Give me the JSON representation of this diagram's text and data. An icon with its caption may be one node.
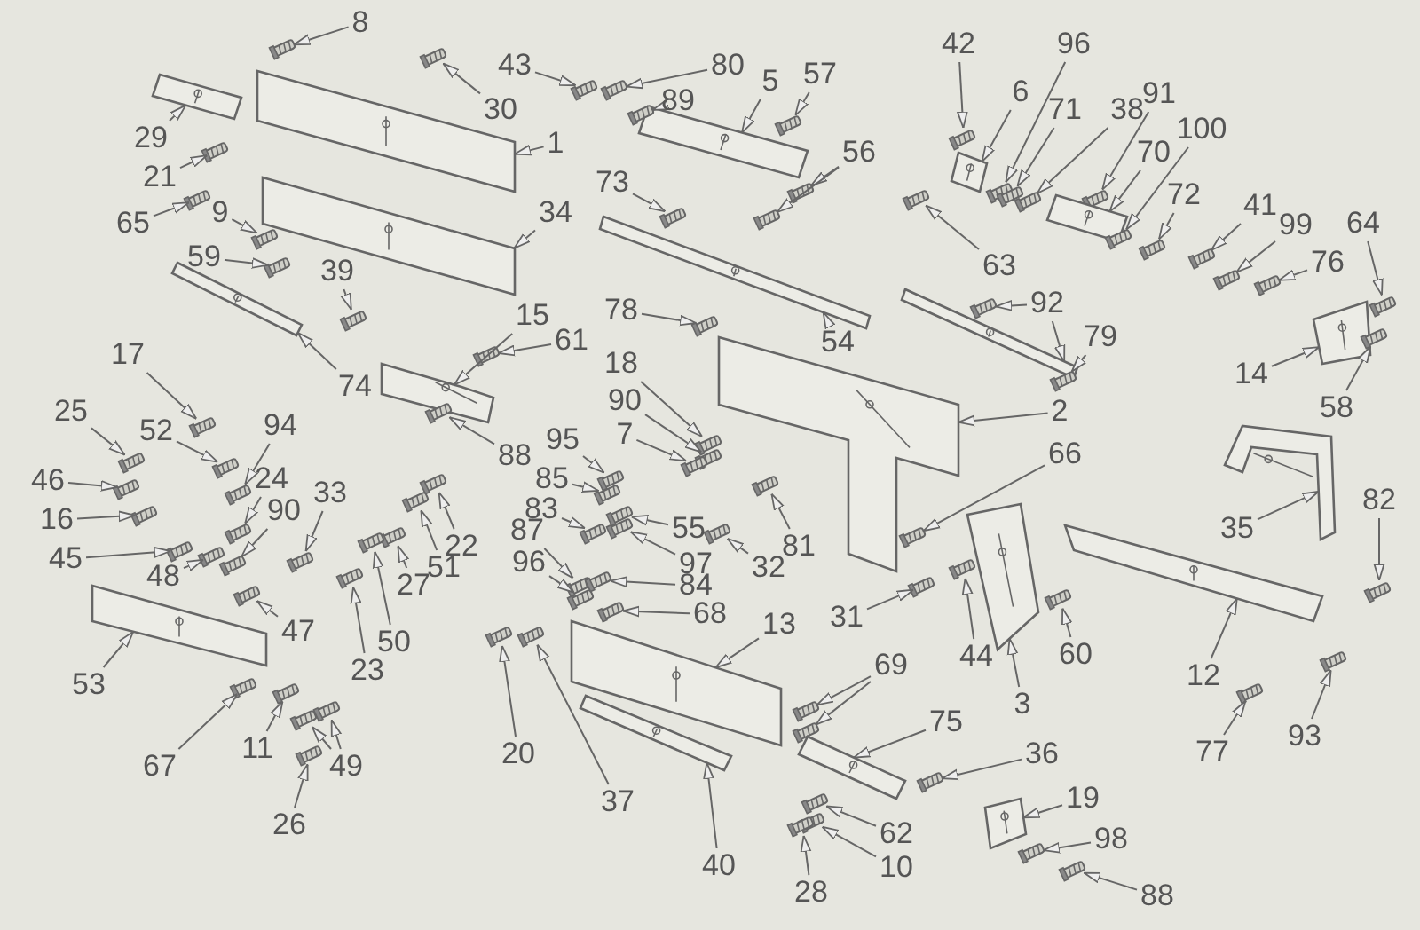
{
  "diagram": {
    "nodes": [
      {
        "text": [
          "8"
        ]
      },
      {
        "text": [
          "43"
        ]
      },
      {
        "text": [
          "80"
        ]
      },
      {
        "text": [
          "42"
        ]
      },
      {
        "text": [
          "96"
        ]
      },
      {
        "text": [
          "30"
        ]
      },
      {
        "text": [
          "5"
        ]
      },
      {
        "text": [
          "57"
        ]
      },
      {
        "text": [
          "6"
        ]
      },
      {
        "text": [
          "71"
        ]
      },
      {
        "text": [
          "38"
        ]
      },
      {
        "text": [
          "91"
        ]
      },
      {
        "text": [
          "89"
        ]
      },
      {
        "text": [
          "29"
        ]
      },
      {
        "text": [
          "1"
        ]
      },
      {
        "text": [
          "70"
        ]
      },
      {
        "text": [
          "100"
        ]
      },
      {
        "text": [
          "21"
        ]
      },
      {
        "text": [
          "56"
        ]
      },
      {
        "text": [
          "73"
        ]
      },
      {
        "text": [
          "72"
        ]
      },
      {
        "text": [
          "41"
        ]
      },
      {
        "text": [
          "64"
        ]
      },
      {
        "text": [
          "65"
        ]
      },
      {
        "text": [
          "9"
        ]
      },
      {
        "text": [
          "34"
        ]
      },
      {
        "text": [
          "99"
        ]
      },
      {
        "text": [
          "59"
        ]
      },
      {
        "text": [
          "63"
        ]
      },
      {
        "text": [
          "76"
        ]
      },
      {
        "text": [
          "39"
        ]
      },
      {
        "text": [
          "92"
        ]
      },
      {
        "text": [
          "78"
        ]
      },
      {
        "text": [
          "15"
        ]
      },
      {
        "text": [
          "61"
        ]
      },
      {
        "text": [
          "54"
        ]
      },
      {
        "text": [
          "79"
        ]
      },
      {
        "text": [
          "17"
        ]
      },
      {
        "text": [
          "14"
        ]
      },
      {
        "text": [
          "18"
        ]
      },
      {
        "text": [
          "74"
        ]
      },
      {
        "text": [
          "58"
        ]
      },
      {
        "text": [
          "2"
        ]
      },
      {
        "text": [
          "90"
        ]
      },
      {
        "text": [
          "25"
        ]
      },
      {
        "text": [
          "52"
        ]
      },
      {
        "text": [
          "94"
        ]
      },
      {
        "text": [
          "88"
        ]
      },
      {
        "text": [
          "7"
        ]
      },
      {
        "text": [
          "95"
        ]
      },
      {
        "text": [
          "66"
        ]
      },
      {
        "text": [
          "46"
        ]
      },
      {
        "text": [
          "24"
        ]
      },
      {
        "text": [
          "33"
        ]
      },
      {
        "text": [
          "85"
        ]
      },
      {
        "text": [
          "22"
        ]
      },
      {
        "text": [
          "16"
        ]
      },
      {
        "text": [
          "90"
        ]
      },
      {
        "text": [
          "83"
        ]
      },
      {
        "text": [
          "55"
        ]
      },
      {
        "text": [
          "81"
        ]
      },
      {
        "text": [
          "35"
        ]
      },
      {
        "text": [
          "82"
        ]
      },
      {
        "text": [
          "45"
        ]
      },
      {
        "text": [
          "48"
        ]
      },
      {
        "text": [
          "87"
        ]
      },
      {
        "text": [
          "97"
        ]
      },
      {
        "text": [
          "32"
        ]
      },
      {
        "text": [
          "51"
        ]
      },
      {
        "text": [
          "27"
        ]
      },
      {
        "text": [
          "96"
        ]
      },
      {
        "text": [
          "84"
        ]
      },
      {
        "text": [
          "31"
        ]
      },
      {
        "text": [
          "68"
        ]
      },
      {
        "text": [
          "47"
        ]
      },
      {
        "text": [
          "50"
        ]
      },
      {
        "text": [
          "13"
        ]
      },
      {
        "text": [
          "44"
        ]
      },
      {
        "text": [
          "60"
        ]
      },
      {
        "text": [
          "23"
        ]
      },
      {
        "text": [
          "69"
        ]
      },
      {
        "text": [
          "3"
        ]
      },
      {
        "text": [
          "12"
        ]
      },
      {
        "text": [
          "53"
        ]
      },
      {
        "text": [
          "20"
        ]
      },
      {
        "text": [
          "75"
        ]
      },
      {
        "text": [
          "77"
        ]
      },
      {
        "text": [
          "93"
        ]
      },
      {
        "text": [
          "36"
        ]
      },
      {
        "text": [
          "11"
        ]
      },
      {
        "text": [
          "49"
        ]
      },
      {
        "text": [
          "67"
        ]
      },
      {
        "text": [
          "26"
        ]
      },
      {
        "text": [
          "37"
        ]
      },
      {
        "text": [
          "19"
        ]
      },
      {
        "text": [
          "98"
        ]
      },
      {
        "text": [
          "62"
        ]
      },
      {
        "text": [
          "40"
        ]
      },
      {
        "text": [
          "10"
        ]
      },
      {
        "text": [
          "28"
        ]
      },
      {
        "text": [
          "88"
        ]
      },
      {
        "text": [],
        "shape": "picture"
      },
      {
        "text": [],
        "shape": "picture"
      },
      {
        "text": [],
        "shape": "picture"
      },
      {
        "text": [],
        "shape": "picture"
      },
      {
        "text": [],
        "shape": "picture"
      },
      {
        "text": [],
        "shape": "picture"
      },
      {
        "text": [],
        "shape": "picture"
      },
      {
        "text": [],
        "shape": "picture"
      },
      {
        "text": [],
        "shape": "picture"
      },
      {
        "text": [],
        "shape": "picture"
      },
      {
        "text": [],
        "shape": "picture"
      },
      {
        "text": [],
        "shape": "picture"
      },
      {
        "text": [],
        "shape": "picture"
      },
      {
        "text": [],
        "shape": "picture"
      },
      {
        "text": [],
        "shape": "picture"
      },
      {
        "text": [],
        "shape": "picture"
      },
      {
        "text": [],
        "shape": "picture"
      },
      {
        "text": [],
        "shape": "picture"
      },
      {
        "text": [],
        "shape": "picture"
      },
      {
        "text": [],
        "shape": "picture"
      },
      {
        "text": [],
        "shape": "picture"
      },
      {
        "text": [],
        "shape": "picture"
      },
      {
        "text": [],
        "shape": "picture"
      },
      {
        "text": [],
        "shape": "picture"
      },
      {
        "text": [],
        "shape": "picture"
      },
      {
        "text": [],
        "shape": "picture"
      },
      {
        "text": [],
        "shape": "picture"
      },
      {
        "text": [],
        "shape": "picture"
      },
      {
        "text": [],
        "shape": "picture"
      },
      {
        "text": [],
        "shape": "picture"
      },
      {
        "text": [],
        "shape": "picture"
      },
      {
        "text": [],
        "shape": "picture"
      },
      {
        "text": [],
        "shape": "picture"
      },
      {
        "text": [],
        "shape": "picture"
      },
      {
        "text": [],
        "shape": "picture"
      },
      {
        "text": [],
        "shape": "picture"
      },
      {
        "text": [],
        "shape": "picture"
      },
      {
        "text": [],
        "shape": "picture"
      },
      {
        "text": [],
        "shape": "picture"
      },
      {
        "text": [],
        "shape": "picture"
      },
      {
        "text": [],
        "shape": "picture"
      },
      {
        "text": [],
        "shape": "picture"
      },
      {
        "text": [],
        "shape": "picture"
      },
      {
        "text": [],
        "shape": "picture"
      },
      {
        "text": [],
        "shape": "picture"
      },
      {
        "text": [],
        "shape": "picture"
      },
      {
        "text": [],
        "shape": "picture"
      },
      {
        "text": [],
        "shape": "picture"
      },
      {
        "text": [],
        "shape": "picture"
      },
      {
        "text": [],
        "shape": "picture"
      },
      {
        "text": [],
        "shape": "picture"
      },
      {
        "text": [],
        "shape": "picture"
      },
      {
        "text": [],
        "shape": "picture"
      },
      {
        "text": [],
        "shape": "picture"
      },
      {
        "text": [],
        "shape": "picture"
      },
      {
        "text": [],
        "shape": "picture"
      },
      {
        "text": [],
        "shape": "picture"
      },
      {
        "text": [],
        "shape": "picture"
      },
      {
        "text": [],
        "shape": "picture"
      },
      {
        "text": [],
        "shape": "picture"
      },
      {
        "text": [],
        "shape": "picture"
      },
      {
        "text": [],
        "shape": "picture"
      },
      {
        "text": [],
        "shape": "picture"
      },
      {
        "text": [],
        "shape": "picture"
      },
      {
        "text": [],
        "shape": "picture"
      },
      {
        "text": [],
        "shape": "picture"
      },
      {
        "text": [],
        "shape": "picture"
      },
      {
        "text": [],
        "shape": "picture"
      },
      {
        "text": [],
        "shape": "picture"
      },
      {
        "text": [],
        "shape": "picture"
      },
      {
        "text": [],
        "shape": "picture"
      },
      {
        "text": [],
        "shape": "picture"
      },
      {
        "text": [],
        "shape": "picture"
      },
      {
        "text": [],
        "shape": "picture"
      },
      {
        "text": [],
        "shape": "picture"
      },
      {
        "text": [],
        "shape": "picture"
      },
      {
        "text": [],
        "shape": "picture"
      },
      {
        "text": [],
        "shape": "picture"
      },
      {
        "text": [],
        "shape": "picture"
      },
      {
        "text": [],
        "shape": "picture"
      },
      {
        "text": [],
        "shape": "picture"
      },
      {
        "text": [],
        "shape": "picture"
      },
      {
        "text": [],
        "shape": "picture"
      },
      {
        "text": [],
        "shape": "picture"
      },
      {
        "text": [],
        "shape": "picture"
      },
      {
        "text": [],
        "shape": "picture"
      },
      {
        "text": [],
        "shape": "picture"
      },
      {
        "text": [],
        "shape": "picture"
      },
      {
        "text": [],
        "shape": "picture"
      },
      {
        "text": [],
        "shape": "picture"
      },
      {
        "text": [],
        "shape": "picture"
      },
      {
        "text": [],
        "shape": "picture"
      },
      {
        "text": [],
        "shape": "picture"
      },
      {
        "text": [],
        "shape": "picture"
      },
      {
        "text": [],
        "shape": "picture"
      },
      {
        "text": [],
        "shape": "picture"
      },
      {
        "text": [],
        "shape": "picture"
      },
      {
        "text": [],
        "shape": "picture"
      },
      {
        "text": [],
        "shape": "picture"
      },
      {
        "text": [],
        "shape": "picture"
      },
      {
        "text": [],
        "shape": "picture"
      },
      {
        "text": [],
        "shape": "picture"
      },
      {
        "text": [],
        "shape": "picture"
      },
      {
        "text": [],
        "shape": "picture"
      },
      {
        "text": [],
        "shape": "picture"
      }
    ],
    "edges": [
      {
        "from": 0,
        "to": 101,
        "arrow": "to"
      },
      {
        "from": 1,
        "to": 102,
        "arrow": "to"
      },
      {
        "from": 2,
        "to": 103,
        "arrow": "to"
      },
      {
        "from": 3,
        "to": 104,
        "arrow": "to"
      },
      {
        "from": 4,
        "to": 105,
        "arrow": "to"
      },
      {
        "from": 5,
        "to": 106,
        "arrow": "to"
      },
      {
        "from": 6,
        "to": 107,
        "arrow": "to"
      },
      {
        "from": 7,
        "to": 108,
        "arrow": "to"
      },
      {
        "from": 8,
        "to": 109,
        "arrow": "to"
      },
      {
        "from": 9,
        "to": 110,
        "arrow": "to"
      },
      {
        "from": 10,
        "to": 111,
        "arrow": "to"
      },
      {
        "from": 11,
        "to": 112,
        "arrow": "to"
      },
      {
        "from": 12,
        "to": 113,
        "arrow": "to"
      },
      {
        "from": 13,
        "to": 114,
        "arrow": "to"
      },
      {
        "from": 14,
        "to": 115,
        "arrow": "to"
      },
      {
        "from": 15,
        "to": 116,
        "arrow": "to"
      },
      {
        "from": 16,
        "to": 117,
        "arrow": "to"
      },
      {
        "from": 17,
        "to": 118,
        "arrow": "to"
      },
      {
        "from": 18,
        "to": 119,
        "arrow": "to"
      },
      {
        "from": 18,
        "to": 120,
        "arrow": "to"
      },
      {
        "from": 19,
        "to": 121,
        "arrow": "to"
      },
      {
        "from": 20,
        "to": 122,
        "arrow": "to"
      },
      {
        "from": 21,
        "to": 123,
        "arrow": "to"
      },
      {
        "from": 22,
        "to": 124,
        "arrow": "to"
      },
      {
        "from": 23,
        "to": 125,
        "arrow": "to"
      },
      {
        "from": 24,
        "to": 126,
        "arrow": "to"
      },
      {
        "from": 25,
        "to": 127,
        "arrow": "to"
      },
      {
        "from": 26,
        "to": 128,
        "arrow": "to"
      },
      {
        "from": 27,
        "to": 129,
        "arrow": "to"
      },
      {
        "from": 28,
        "to": 130,
        "arrow": "to"
      },
      {
        "from": 29,
        "to": 131,
        "arrow": "to"
      },
      {
        "from": 30,
        "to": 132,
        "arrow": "to"
      },
      {
        "from": 31,
        "to": 133,
        "arrow": "to"
      },
      {
        "from": 31,
        "to": 134,
        "arrow": "to"
      },
      {
        "from": 32,
        "to": 135,
        "arrow": "to"
      },
      {
        "from": 33,
        "to": 136,
        "arrow": "to"
      },
      {
        "from": 34,
        "to": 137,
        "arrow": "to"
      },
      {
        "from": 35,
        "to": 138,
        "arrow": "to"
      },
      {
        "from": 36,
        "to": 139,
        "arrow": "to"
      },
      {
        "from": 37,
        "to": 140,
        "arrow": "to"
      },
      {
        "from": 38,
        "to": 141,
        "arrow": "to"
      },
      {
        "from": 39,
        "to": 142,
        "arrow": "to"
      },
      {
        "from": 40,
        "to": 143,
        "arrow": "to"
      },
      {
        "from": 41,
        "to": 144,
        "arrow": "to"
      },
      {
        "from": 42,
        "to": 145,
        "arrow": "to"
      },
      {
        "from": 43,
        "to": 146,
        "arrow": "to"
      },
      {
        "from": 44,
        "to": 147,
        "arrow": "to"
      },
      {
        "from": 45,
        "to": 148,
        "arrow": "to"
      },
      {
        "from": 46,
        "to": 149,
        "arrow": "to"
      },
      {
        "from": 47,
        "to": 150,
        "arrow": "to"
      },
      {
        "from": 48,
        "to": 151,
        "arrow": "to"
      },
      {
        "from": 49,
        "to": 152,
        "arrow": "to"
      },
      {
        "from": 50,
        "to": 153,
        "arrow": "to"
      },
      {
        "from": 51,
        "to": 154,
        "arrow": "to"
      },
      {
        "from": 52,
        "to": 155,
        "arrow": "to"
      },
      {
        "from": 53,
        "to": 156,
        "arrow": "to"
      },
      {
        "from": 54,
        "to": 157,
        "arrow": "to"
      },
      {
        "from": 55,
        "to": 158,
        "arrow": "to"
      },
      {
        "from": 56,
        "to": 159,
        "arrow": "to"
      },
      {
        "from": 57,
        "to": 160,
        "arrow": "to"
      },
      {
        "from": 58,
        "to": 161,
        "arrow": "to"
      },
      {
        "from": 59,
        "to": 162,
        "arrow": "to"
      },
      {
        "from": 60,
        "to": 163,
        "arrow": "to"
      },
      {
        "from": 61,
        "to": 164,
        "arrow": "to"
      },
      {
        "from": 62,
        "to": 165,
        "arrow": "to"
      },
      {
        "from": 63,
        "to": 166,
        "arrow": "to"
      },
      {
        "from": 64,
        "to": 167,
        "arrow": "to"
      },
      {
        "from": 65,
        "to": 168,
        "arrow": "to"
      },
      {
        "from": 66,
        "to": 169,
        "arrow": "to"
      },
      {
        "from": 67,
        "to": 170,
        "arrow": "to"
      },
      {
        "from": 68,
        "to": 171,
        "arrow": "to"
      },
      {
        "from": 69,
        "to": 172,
        "arrow": "to"
      },
      {
        "from": 70,
        "to": 173,
        "arrow": "to"
      },
      {
        "from": 71,
        "to": 174,
        "arrow": "to"
      },
      {
        "from": 72,
        "to": 175,
        "arrow": "to"
      },
      {
        "from": 73,
        "to": 176,
        "arrow": "to"
      },
      {
        "from": 74,
        "to": 177,
        "arrow": "to"
      },
      {
        "from": 75,
        "to": 178,
        "arrow": "to"
      },
      {
        "from": 76,
        "to": 179,
        "arrow": "to"
      },
      {
        "from": 77,
        "to": 180,
        "arrow": "to"
      },
      {
        "from": 78,
        "to": 181,
        "arrow": "to"
      },
      {
        "from": 79,
        "to": 182,
        "arrow": "to"
      },
      {
        "from": 80,
        "to": 183,
        "arrow": "to"
      },
      {
        "from": 80,
        "to": 184,
        "arrow": "to"
      },
      {
        "from": 81,
        "to": 185,
        "arrow": "to"
      },
      {
        "from": 82,
        "to": 186,
        "arrow": "to"
      },
      {
        "from": 83,
        "to": 187,
        "arrow": "to"
      },
      {
        "from": 84,
        "to": 188,
        "arrow": "to"
      },
      {
        "from": 85,
        "to": 189,
        "arrow": "to"
      },
      {
        "from": 86,
        "to": 190,
        "arrow": "to"
      },
      {
        "from": 87,
        "to": 191,
        "arrow": "to"
      },
      {
        "from": 88,
        "to": 192,
        "arrow": "to"
      },
      {
        "from": 89,
        "to": 193,
        "arrow": "to"
      },
      {
        "from": 90,
        "to": 194,
        "arrow": "to"
      },
      {
        "from": 90,
        "to": 195,
        "arrow": "to"
      },
      {
        "from": 91,
        "to": 196,
        "arrow": "to"
      },
      {
        "from": 92,
        "to": 197,
        "arrow": "to"
      },
      {
        "from": 93,
        "to": 198,
        "arrow": "to"
      },
      {
        "from": 94,
        "to": 199,
        "arrow": "to"
      },
      {
        "from": 95,
        "to": 200,
        "arrow": "to"
      },
      {
        "from": 96,
        "to": 201,
        "arrow": "to"
      },
      {
        "from": 97,
        "to": 202,
        "arrow": "to"
      },
      {
        "from": 98,
        "to": 203,
        "arrow": "to"
      },
      {
        "from": 99,
        "to": 204,
        "arrow": "to"
      },
      {
        "from": 100,
        "to": 205,
        "arrow": "to"
      }
    ]
  }
}
